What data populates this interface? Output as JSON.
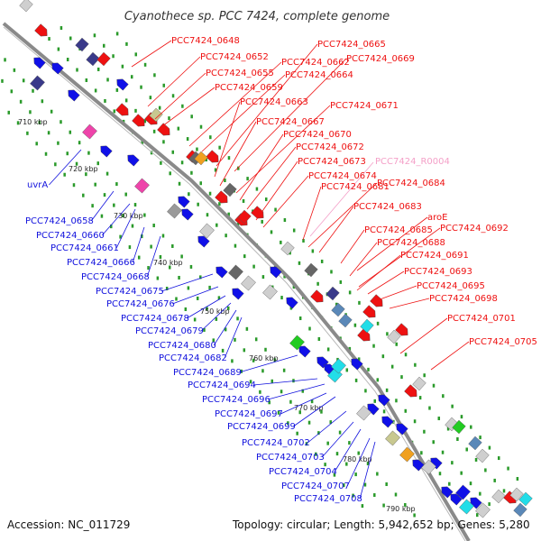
{
  "title": "Cyanothece sp. PCC 7424, complete genome",
  "footer": {
    "accession": "Accession: NC_011729",
    "topology": "Topology: circular; Length: 5,942,652 bp; Genes: 5,280"
  },
  "colors": {
    "forward_label": "#ee1111",
    "reverse_label": "#1111dd",
    "rna_label": "#f4a0c8",
    "backbone": "#888888",
    "tick": "#22aa22"
  },
  "kbp_ticks": [
    "710 kbp",
    "720 kbp",
    "730 kbp",
    "740 kbp",
    "750 kbp",
    "760 kbp",
    "770 kbp",
    "780 kbp",
    "790 kbp"
  ],
  "labels_forward": [
    "PCC7424_0648",
    "PCC7424_0652",
    "PCC7424_0655",
    "PCC7424_0659",
    "PCC7424_0662",
    "PCC7424_0664",
    "PCC7424_0665",
    "PCC7424_0669",
    "PCC7424_0663",
    "PCC7424_0667",
    "PCC7424_0671",
    "PCC7424_0670",
    "PCC7424_0672",
    "PCC7424_0673",
    "PCC7424_0674",
    "PCC7424_0681",
    "PCC7424_0684",
    "PCC7424_0683",
    "PCC7424_0685",
    "aroE",
    "PCC7424_0692",
    "PCC7424_0688",
    "PCC7424_0691",
    "PCC7424_0693",
    "PCC7424_0695",
    "PCC7424_0698",
    "PCC7424_0701",
    "PCC7424_0705"
  ],
  "label_rna": "PCC7424_R0004",
  "labels_reverse": [
    "uvrA",
    "PCC7424_0658",
    "PCC7424_0660",
    "PCC7424_0661",
    "PCC7424_0666",
    "PCC7424_0668",
    "PCC7424_0675",
    "PCC7424_0676",
    "PCC7424_0678",
    "PCC7424_0679",
    "PCC7424_0680",
    "PCC7424_0682",
    "PCC7424_0689",
    "PCC7424_0694",
    "PCC7424_0696",
    "PCC7424_0697",
    "PCC7424_0699",
    "PCC7424_0702",
    "PCC7424_0703",
    "PCC7424_0704",
    "PCC7424_0707",
    "PCC7424_0708"
  ]
}
